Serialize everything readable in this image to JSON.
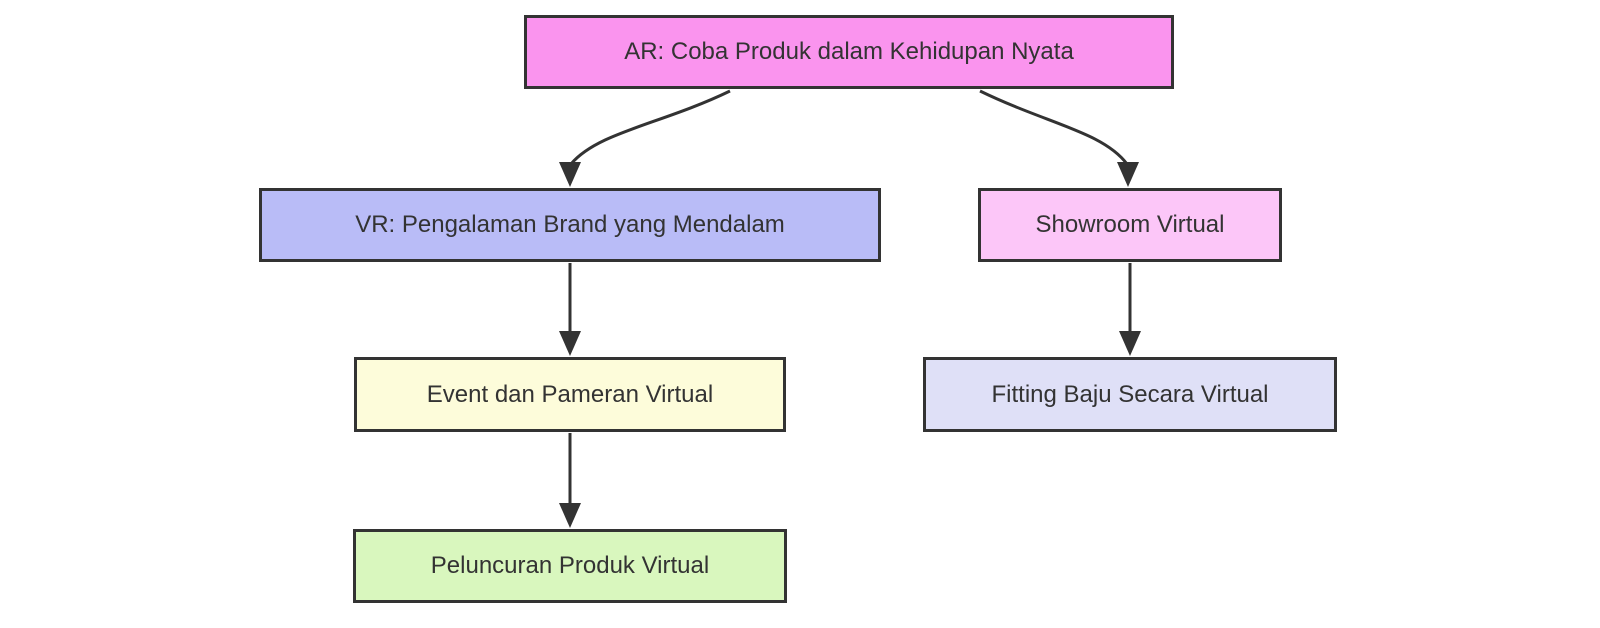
{
  "diagram": {
    "type": "flowchart",
    "direction": "top-down",
    "background_color": "#ffffff",
    "stroke_color": "#333333",
    "text_color": "#333333",
    "nodes": [
      {
        "id": "A",
        "label": "AR: Coba Produk dalam Kehidupan Nyata",
        "fill": "#fa94ee"
      },
      {
        "id": "B",
        "label": "VR: Pengalaman Brand yang Mendalam",
        "fill": "#b9bcf7"
      },
      {
        "id": "C",
        "label": "Showroom Virtual",
        "fill": "#fcc6f8"
      },
      {
        "id": "D",
        "label": "Event dan Pameran Virtual",
        "fill": "#fdfcda"
      },
      {
        "id": "E",
        "label": "Fitting Baju Secara Virtual",
        "fill": "#dfe0f7"
      },
      {
        "id": "F",
        "label": "Peluncuran Produk Virtual",
        "fill": "#d9f7be"
      }
    ],
    "edges": [
      {
        "from": "A",
        "to": "B"
      },
      {
        "from": "A",
        "to": "C"
      },
      {
        "from": "B",
        "to": "D"
      },
      {
        "from": "C",
        "to": "E"
      },
      {
        "from": "D",
        "to": "F"
      }
    ]
  }
}
